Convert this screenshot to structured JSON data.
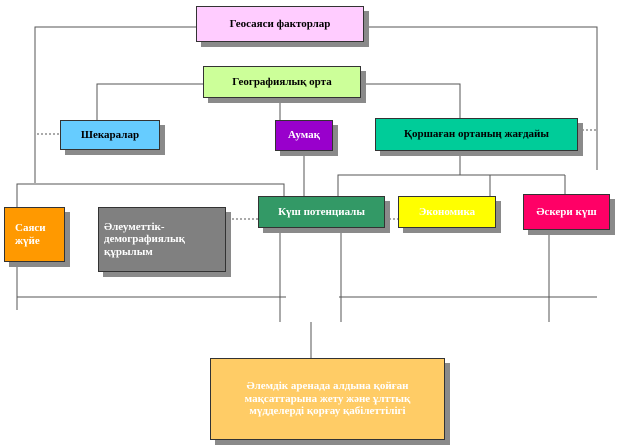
{
  "boxes": {
    "geosaysi": {
      "label": "Геосаяси факторлар",
      "color": "#ffccff"
    },
    "geograph": {
      "label": "Географиялық орта",
      "color": "#ccff99"
    },
    "shekara": {
      "label": "Шекаралар",
      "color": "#66ccff"
    },
    "aumak": {
      "label": "Аумақ",
      "color": "#9900cc"
    },
    "korshagan": {
      "label": "Қоршаған ортаның жағдайы",
      "color": "#00cc99"
    },
    "sayasi": {
      "label": "Саяси жүйе",
      "color": "#ff9900"
    },
    "aleumet": {
      "label": "Әлеуметтік-демографиялық құрылым",
      "color": "#808080"
    },
    "kush_potential": {
      "label": "Күш потенциалы",
      "color": "#339966"
    },
    "ekonomika": {
      "label": "Экономика",
      "color": "#ffff00"
    },
    "askeri": {
      "label": "Әскери күш",
      "color": "#ff0066"
    },
    "alemdik": {
      "label": "Әлемдік аренада алдына қойған мақсаттарына жету және ұлттық мүдделерді қорғау қабілеттілігі",
      "color": "#ffcc66"
    }
  }
}
